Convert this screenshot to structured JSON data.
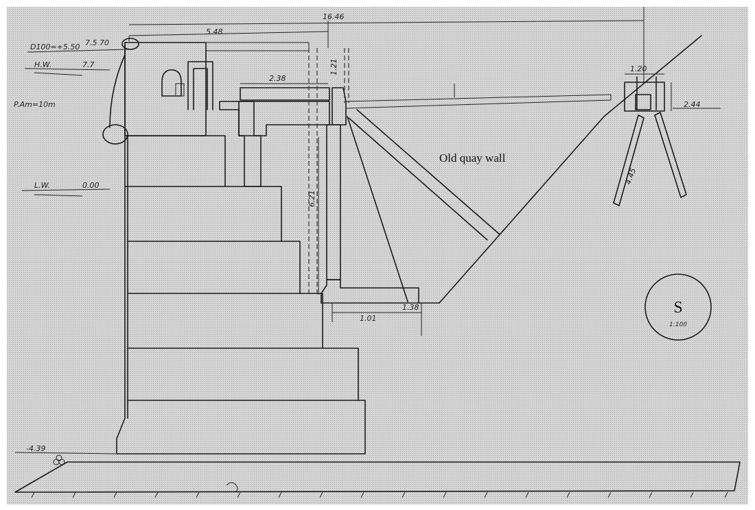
{
  "drawing": {
    "main_label": "Old quay wall",
    "dimensions": {
      "overall_width": "16.46",
      "cap_width": "5.48",
      "slab_width": "2.38",
      "wall_height": "6.21",
      "toe_length": "1.01",
      "toe_tip": "1.38",
      "pile_top_width": "1.20",
      "pile_length": "4.45",
      "vertical_small": "1.21",
      "top_left_level": "7.5 70"
    },
    "levels": {
      "top_left_datum": "D100=+5.50",
      "high_water": "H.W.",
      "high_water_value": "7.7",
      "mid_left_datum": "P.Am=10m",
      "low_water": "L.W.",
      "low_water_value": "0.00",
      "right_level": "2.44",
      "bottom_level": "-4.39"
    },
    "section_marker": {
      "letter": "S",
      "scale": "1:100"
    }
  },
  "colors": {
    "paper": "#d9d9d9",
    "ink": "#1a1a1a",
    "hatch": "#2a2a2a"
  }
}
